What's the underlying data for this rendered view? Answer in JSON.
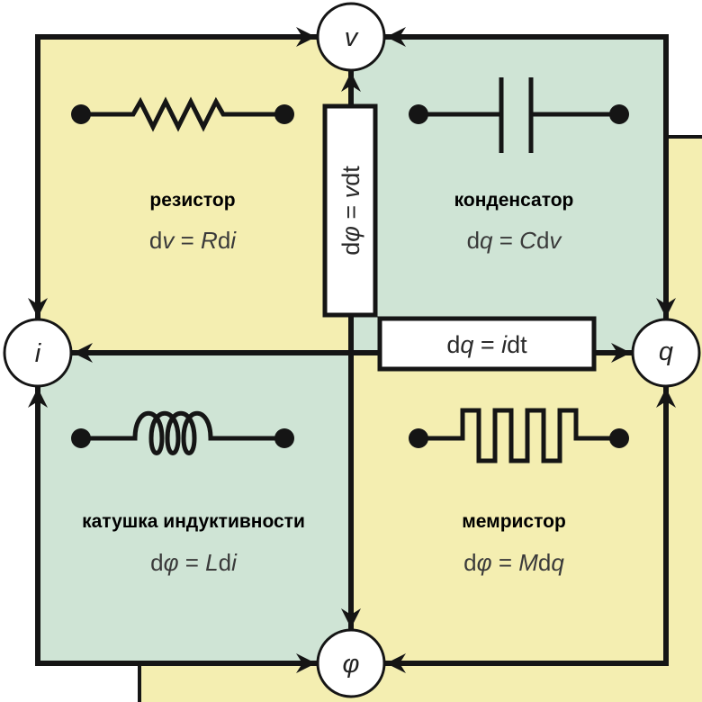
{
  "colors": {
    "yellow": "#f4eeb1",
    "green": "#cfe4d5"
  },
  "nodes": {
    "voltage": "v",
    "current": "i",
    "charge": "q",
    "flux": "φ"
  },
  "relations": {
    "flux_from_voltage": [
      "d",
      "φ",
      " = ",
      "v",
      "dt"
    ],
    "charge_from_current": [
      "d",
      "q",
      " = ",
      "i",
      "dt"
    ]
  },
  "elements": {
    "resistor": {
      "label": "резистор",
      "formula": [
        "d",
        "v",
        " = ",
        "R",
        "d",
        "i"
      ]
    },
    "capacitor": {
      "label": "конденсатор",
      "formula": [
        "d",
        "q",
        " = ",
        "C",
        "d",
        "v"
      ]
    },
    "inductor": {
      "label": "катушка индуктивности",
      "formula": [
        "d",
        "φ",
        " = ",
        "L",
        "d",
        "i"
      ]
    },
    "memristor": {
      "label": "мемристор",
      "formula": [
        "d",
        "φ",
        " = ",
        "M",
        "d",
        "q"
      ]
    }
  }
}
